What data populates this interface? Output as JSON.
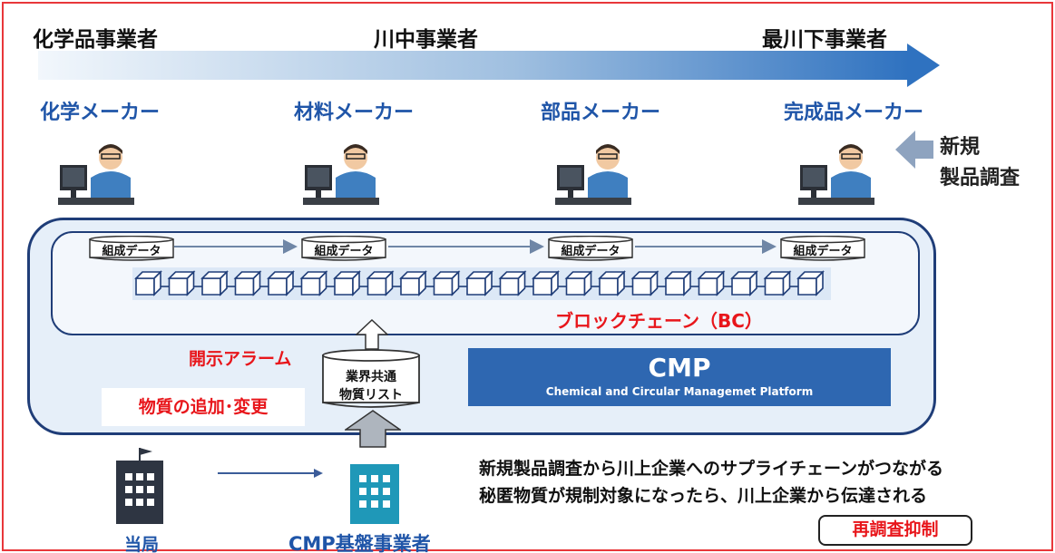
{
  "tiers": [
    "化学品事業者",
    "川中事業者",
    "最川下事業者"
  ],
  "makers": [
    "化学メーカー",
    "材料メーカー",
    "部品メーカー",
    "完成品メーカー"
  ],
  "new_survey": [
    "新規",
    "製品調査"
  ],
  "composition_data": [
    "組成データ",
    "組成データ",
    "組成データ",
    "組成データ"
  ],
  "blockchain_label": "ブロックチェーン（BC）",
  "alarm_label": "開示アラーム",
  "substance_change_label": "物質の追加･変更",
  "substance_list": [
    "業界共通",
    "物質リスト"
  ],
  "cmp": {
    "title": "CMP",
    "subtitle": "Chemical and Circular Managemet Platform"
  },
  "notes": [
    "新規製品調査から川上企業へのサプライチェーンがつながる",
    "秘匿物質が規制対象になったら、川上企業から伝達される"
  ],
  "stamp_label": "再調査抑制",
  "authority_label": "当局",
  "operator_label": "CMP基盤事業者",
  "colors": {
    "frame": "#e8373a",
    "accent_blue": "#1f55a8",
    "cmp_panel": "#2e67b1",
    "alert_red": "#e8161b",
    "box_fill": "#e6eff9"
  }
}
